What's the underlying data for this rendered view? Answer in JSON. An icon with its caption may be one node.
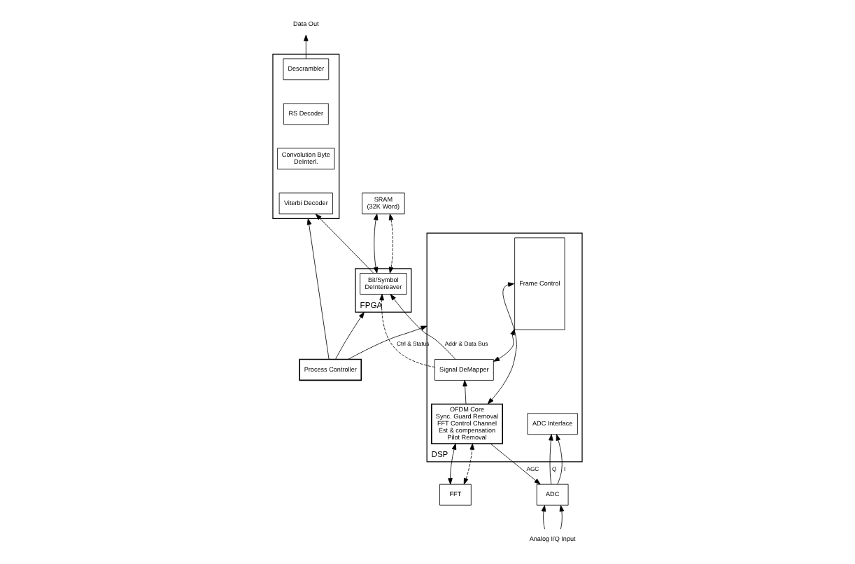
{
  "diagram": {
    "nodes": [
      {
        "text": [],
        "shape": "box"
      },
      {
        "text": [
          "Descrambler"
        ],
        "in": 0
      },
      {
        "text": [
          "RS Decoder"
        ],
        "in": 0
      },
      {
        "text": [
          "Convolution Byte DeInterl."
        ],
        "in": 0
      },
      {
        "text": [
          "Viterbi Decoder"
        ],
        "in": 0
      },
      {
        "text": [
          "FPGA"
        ]
      },
      {
        "text": [
          "Bit/Symbol DeIntereaver"
        ],
        "in": 5
      },
      {
        "text": [
          "SRAM",
          "(32K Word)"
        ]
      },
      {
        "text": [
          "Process Controller"
        ]
      },
      {
        "text": [
          "FFT"
        ]
      },
      {
        "text": [
          "ADC"
        ]
      },
      {
        "text": [
          "DSP"
        ]
      },
      {
        "text": [
          "ADC Interface"
        ],
        "in": 11
      },
      {
        "text": [
          "OFDM Core",
          "Sync. Guard Removal FFT Control Channel Est & compensation Pilot Removal"
        ],
        "in": 11
      },
      {
        "text": [
          "Signal DeMapper"
        ],
        "in": 11
      },
      {
        "text": [
          "Frame Control"
        ],
        "in": 11
      },
      {
        "text": [
          "Data Out"
        ]
      },
      {
        "text": [
          "Analog I/Q Input"
        ]
      }
    ],
    "edges": [
      {
        "from": 1,
        "to": 16,
        "arrow": "to"
      },
      {
        "from": 6,
        "to": 4,
        "arrow": "to"
      },
      {
        "from": 8,
        "to": 0,
        "arrow": "to"
      },
      {
        "from": 8,
        "to": 5,
        "arrow": "to"
      },
      {
        "from": 8,
        "to": 11,
        "arrow": "to"
      },
      {
        "from": 6,
        "to": 7,
        "arrow": "both"
      },
      {
        "from": 6,
        "to": 7,
        "arrow": "both",
        "style": "dashed"
      },
      {
        "from": 9,
        "to": 13,
        "arrow": "both"
      },
      {
        "from": 9,
        "to": 13,
        "arrow": "both",
        "style": "dashed"
      },
      {
        "from": 17,
        "to": 10,
        "arrow": "to"
      },
      {
        "from": 17,
        "to": 10,
        "arrow": "to"
      },
      {
        "from": 10,
        "to": 12,
        "arrow": "to",
        "label": "I"
      },
      {
        "from": 10,
        "to": 12,
        "arrow": "to",
        "label": "Q"
      },
      {
        "from": 13,
        "to": 10,
        "arrow": "to",
        "label": "AGC"
      },
      {
        "from": 13,
        "to": 14,
        "arrow": "to"
      },
      {
        "from": 13,
        "to": 15,
        "arrow": "both"
      },
      {
        "from": 14,
        "to": 15,
        "arrow": "both"
      },
      {
        "from": 14,
        "to": 6,
        "arrow": "to",
        "label": "Addr & Data Bus"
      },
      {
        "from": 14,
        "to": 6,
        "arrow": "to",
        "label": "Ctrl & Status",
        "style": "dashed"
      }
    ]
  }
}
